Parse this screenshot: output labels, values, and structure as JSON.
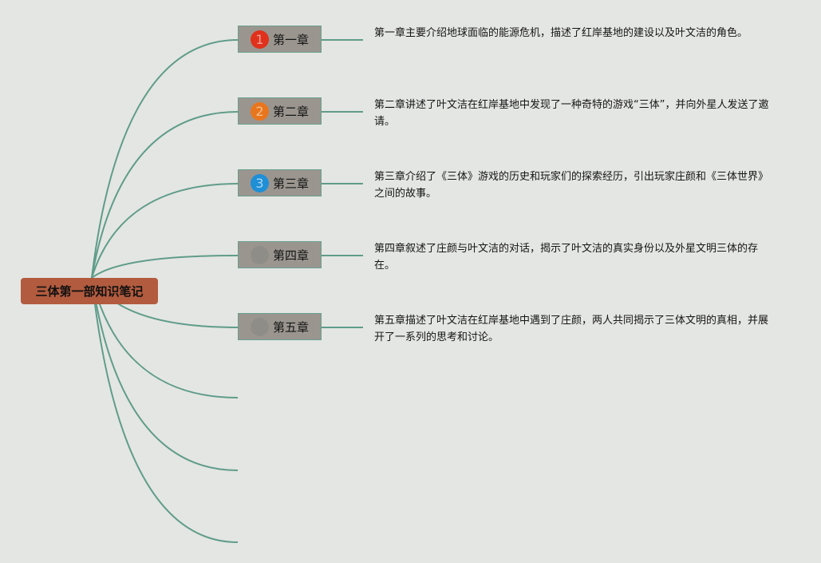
{
  "root": {
    "title": "三体第一部知识笔记"
  },
  "chapters": [
    {
      "badge": "1",
      "badge_color": "#e0311c",
      "badge_text_color": "#f2a09a",
      "title": "第一章",
      "desc": "第一章主要介绍地球面临的能源危机，描述了红岸基地的建设以及叶文洁的角色。"
    },
    {
      "badge": "2",
      "badge_color": "#e8761f",
      "badge_text_color": "#f6c08f",
      "title": "第二章",
      "desc": "第二章讲述了叶文洁在红岸基地中发现了一种奇特的游戏“三体”，并向外星人发送了邀请。"
    },
    {
      "badge": "3",
      "badge_color": "#1f8fd6",
      "badge_text_color": "#a9d5f2",
      "title": "第三章",
      "desc": "第三章介绍了《三体》游戏的历史和玩家们的探索经历，引出玩家庄颜和《三体世界》之间的故事。"
    },
    {
      "badge": "",
      "badge_color": "#8f8d88",
      "badge_text_color": "#8f8d88",
      "title": "第四章",
      "desc": "第四章叙述了庄颜与叶文洁的对话，揭示了叶文洁的真实身份以及外星文明三体的存在。"
    },
    {
      "badge": "",
      "badge_color": "#8f8d88",
      "badge_text_color": "#8f8d88",
      "title": "第五章",
      "desc": "第五章描述了叶文洁在红岸基地中遇到了庄颜，两人共同揭示了三体文明的真相，并展开了一系列的思考和讨论。"
    }
  ],
  "colors": {
    "connector": "#5f9c8a",
    "root_bg": "#b25b3f",
    "node_bg": "#9a968f"
  }
}
